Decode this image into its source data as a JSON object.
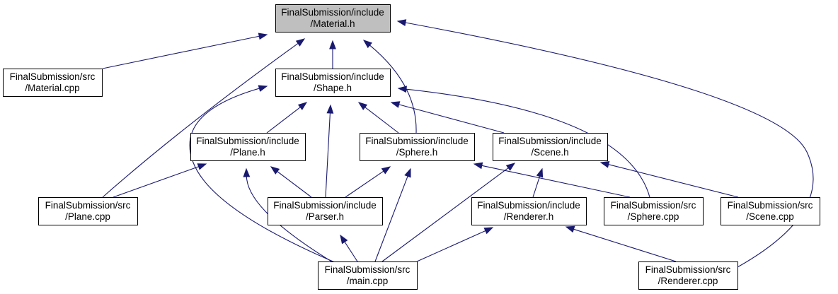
{
  "diagram": {
    "type": "include-dependency-graph",
    "nodes": [
      {
        "id": "material_h",
        "line1": "FinalSubmission/include",
        "line2": "/Material.h",
        "highlight": true
      },
      {
        "id": "material_cpp",
        "line1": "FinalSubmission/src",
        "line2": "/Material.cpp"
      },
      {
        "id": "shape_h",
        "line1": "FinalSubmission/include",
        "line2": "/Shape.h"
      },
      {
        "id": "plane_h",
        "line1": "FinalSubmission/include",
        "line2": "/Plane.h"
      },
      {
        "id": "sphere_h",
        "line1": "FinalSubmission/include",
        "line2": "/Sphere.h"
      },
      {
        "id": "scene_h",
        "line1": "FinalSubmission/include",
        "line2": "/Scene.h"
      },
      {
        "id": "plane_cpp",
        "line1": "FinalSubmission/src",
        "line2": "/Plane.cpp"
      },
      {
        "id": "parser_h",
        "line1": "FinalSubmission/include",
        "line2": "/Parser.h"
      },
      {
        "id": "renderer_h",
        "line1": "FinalSubmission/include",
        "line2": "/Renderer.h"
      },
      {
        "id": "sphere_cpp",
        "line1": "FinalSubmission/src",
        "line2": "/Sphere.cpp"
      },
      {
        "id": "scene_cpp",
        "line1": "FinalSubmission/src",
        "line2": "/Scene.cpp"
      },
      {
        "id": "main_cpp",
        "line1": "FinalSubmission/src",
        "line2": "/main.cpp"
      },
      {
        "id": "renderer_cpp",
        "line1": "FinalSubmission/src",
        "line2": "/Renderer.cpp"
      }
    ],
    "edges": [
      {
        "from": "material_cpp",
        "to": "material_h"
      },
      {
        "from": "shape_h",
        "to": "material_h"
      },
      {
        "from": "plane_cpp",
        "to": "material_h"
      },
      {
        "from": "sphere_h",
        "to": "material_h"
      },
      {
        "from": "renderer_cpp",
        "to": "material_h"
      },
      {
        "from": "plane_h",
        "to": "shape_h"
      },
      {
        "from": "sphere_h",
        "to": "shape_h"
      },
      {
        "from": "scene_h",
        "to": "shape_h"
      },
      {
        "from": "parser_h",
        "to": "shape_h"
      },
      {
        "from": "main_cpp",
        "to": "shape_h"
      },
      {
        "from": "sphere_cpp",
        "to": "shape_h"
      },
      {
        "from": "plane_cpp",
        "to": "plane_h"
      },
      {
        "from": "parser_h",
        "to": "plane_h"
      },
      {
        "from": "main_cpp",
        "to": "plane_h"
      },
      {
        "from": "parser_h",
        "to": "sphere_h"
      },
      {
        "from": "main_cpp",
        "to": "sphere_h"
      },
      {
        "from": "sphere_cpp",
        "to": "sphere_h"
      },
      {
        "from": "renderer_h",
        "to": "scene_h"
      },
      {
        "from": "main_cpp",
        "to": "scene_h"
      },
      {
        "from": "scene_cpp",
        "to": "scene_h"
      },
      {
        "from": "main_cpp",
        "to": "parser_h"
      },
      {
        "from": "main_cpp",
        "to": "renderer_h"
      },
      {
        "from": "renderer_cpp",
        "to": "renderer_h"
      }
    ]
  }
}
